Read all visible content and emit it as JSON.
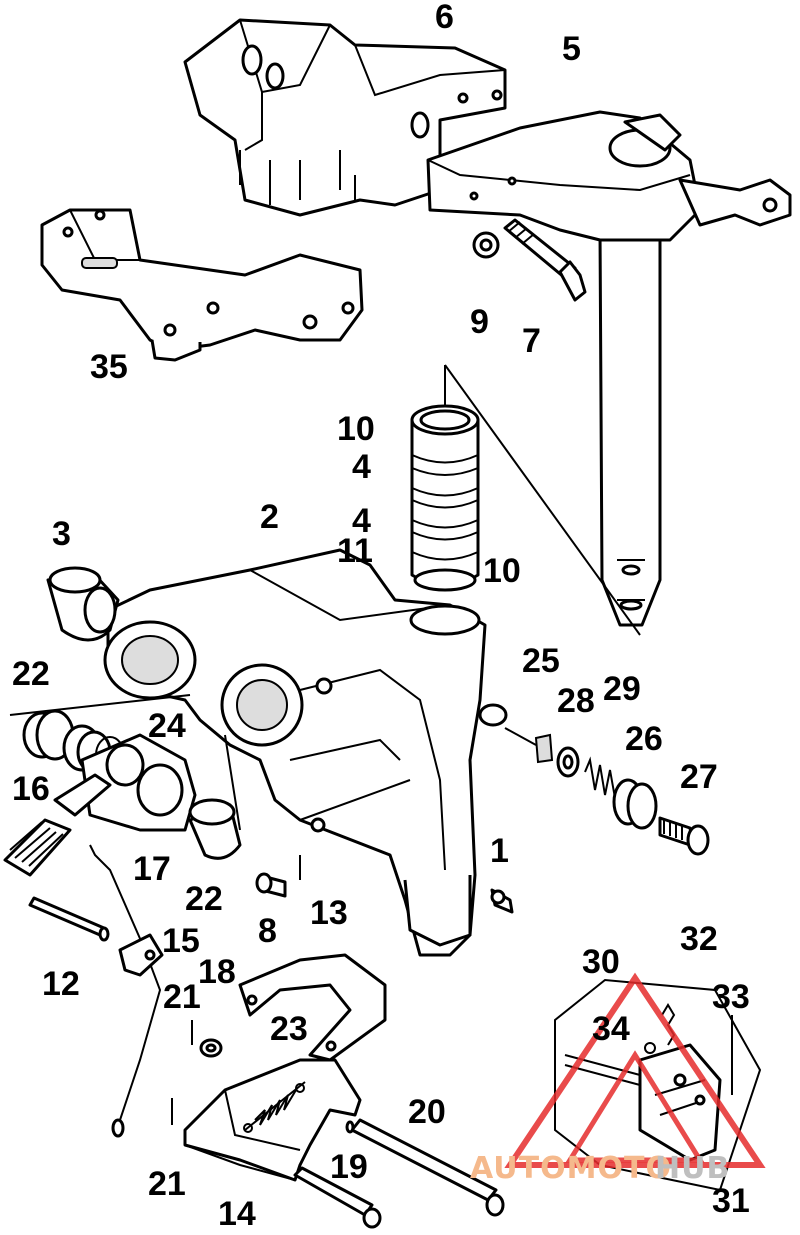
{
  "diagram": {
    "part_numbers": [
      "6",
      "5",
      "9",
      "7",
      "35",
      "10",
      "4",
      "4",
      "11",
      "10",
      "3",
      "2",
      "22",
      "24",
      "25",
      "28",
      "29",
      "26",
      "27",
      "16",
      "17",
      "22",
      "1",
      "8",
      "13",
      "15",
      "12",
      "21",
      "18",
      "23",
      "30",
      "32",
      "33",
      "34",
      "20",
      "19",
      "21",
      "14",
      "31"
    ]
  },
  "watermark": {
    "text_part1": "AUTOMOTO",
    "text_part2": "HUB",
    "color_part1": "#f5b98c",
    "color_part2": "#bfbfbf",
    "triangle_color": "#e52b2b"
  }
}
